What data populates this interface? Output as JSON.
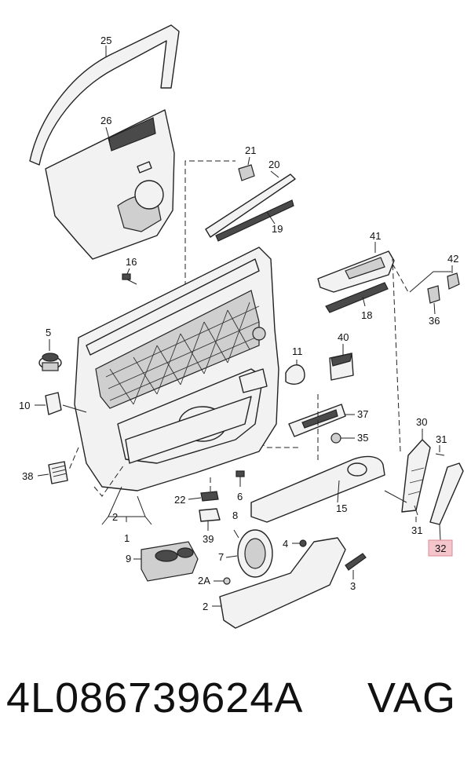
{
  "callouts": {
    "c1": "1",
    "c2": "2",
    "c2_lower": "2",
    "c2a": "2A",
    "c3": "3",
    "c4": "4",
    "c5": "5",
    "c6": "6",
    "c7": "7",
    "c8": "8",
    "c9": "9",
    "c10": "10",
    "c11": "11",
    "c15": "15",
    "c16": "16",
    "c18": "18",
    "c19": "19",
    "c20": "20",
    "c21": "21",
    "c22": "22",
    "c25": "25",
    "c26": "26",
    "c30": "30",
    "c31a": "31",
    "c31b": "31",
    "c32": "32",
    "c35": "35",
    "c36": "36",
    "c37": "37",
    "c38": "38",
    "c39": "39",
    "c40": "40",
    "c41": "41",
    "c42": "42"
  },
  "highlight": {
    "label": "32",
    "color": "#f4c6cc",
    "border": "#d98a94"
  },
  "footer": {
    "part_number": "4L086739624A",
    "brand": "VAG"
  }
}
